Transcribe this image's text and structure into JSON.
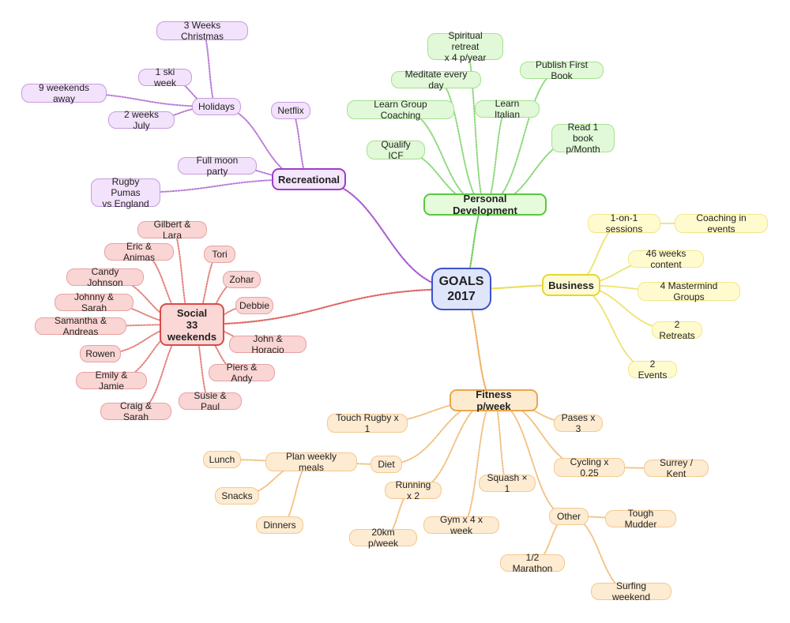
{
  "mindmap": {
    "center": {
      "label": "GOALS\n2017"
    },
    "recreational": {
      "label": "Recreational",
      "items": [
        "Holidays",
        "3 Weeks Christmas",
        "1 ski week",
        "9 weekends away",
        "2 weeks July",
        "Netflix",
        "Full moon party",
        "Rugby Pumas\nvs England"
      ]
    },
    "personal_development": {
      "label": "Personal Development",
      "items": [
        "Spiritual retreat\nx 4 p/year",
        "Meditate every day",
        "Publish First Book",
        "Learn Group Coaching",
        "Learn Italian",
        "Qualify ICF",
        "Read 1 book\np/Month"
      ]
    },
    "business": {
      "label": "Business",
      "items": [
        "1-on-1 sessions",
        "Coaching in events",
        "46 weeks content",
        "4 Mastermind Groups",
        "2 Retreats",
        "2 Events"
      ]
    },
    "social": {
      "label": "Social\n33\nweekends",
      "items": [
        "Gilbert & Lara",
        "Eric & Animas",
        "Tori",
        "Candy Johnson",
        "Zohar",
        "Johnny & Sarah",
        "Debbie",
        "Samantha & Andreas",
        "John & Horacio",
        "Rowen",
        "Piers & Andy",
        "Emily & Jamie",
        "Susie & Paul",
        "Craig & Sarah"
      ]
    },
    "fitness": {
      "label": "Fitness p/week",
      "items": [
        "Touch Rugby x 1",
        "Pases x 3",
        "Lunch",
        "Plan weekly meals",
        "Diet",
        "Cycling x 0.25",
        "Surrey / Kent",
        "Snacks",
        "Running x 2",
        "Squash × 1",
        "Dinners",
        "Other",
        "Tough Mudder",
        "20km p/week",
        "Gym x 4 x week",
        "1/2 Marathon",
        "Surfing weekend"
      ]
    }
  },
  "colors": {
    "purple": "#9b3fc8",
    "green": "#59c840",
    "yellow": "#e6d630",
    "orange": "#eda54c",
    "red": "#d94b47",
    "blue": "#3d52c8"
  }
}
